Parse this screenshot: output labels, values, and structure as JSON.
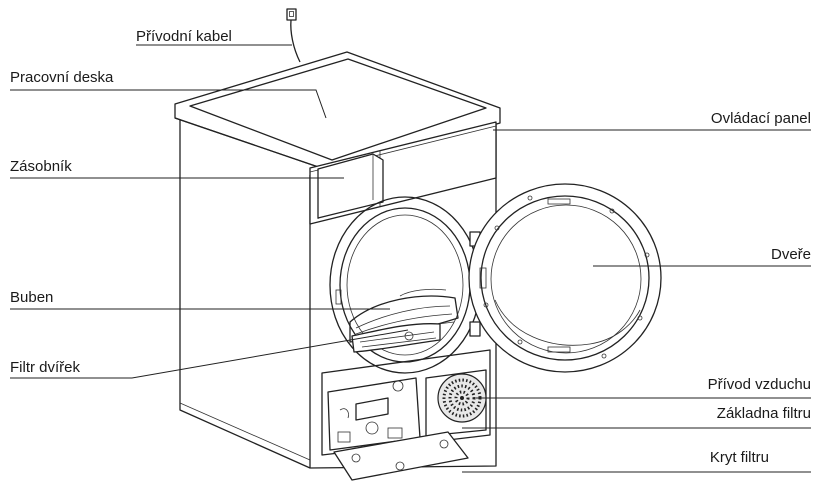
{
  "labels": {
    "prívodni_kabel": "Přívodní kabel",
    "pracovni_deska": "Pracovní deska",
    "zasobnik": "Zásobník",
    "buben": "Buben",
    "filtr_dvirek": "Filtr dvířek",
    "ovladaci_panel": "Ovládací panel",
    "dvere": "Dveře",
    "privod_vzduchu": "Přívod vzduchu",
    "zakladna_filtru": "Základna filtru",
    "kryt_filtru": "Kryt filtru"
  },
  "colors": {
    "line": "#222222",
    "background": "#ffffff"
  }
}
